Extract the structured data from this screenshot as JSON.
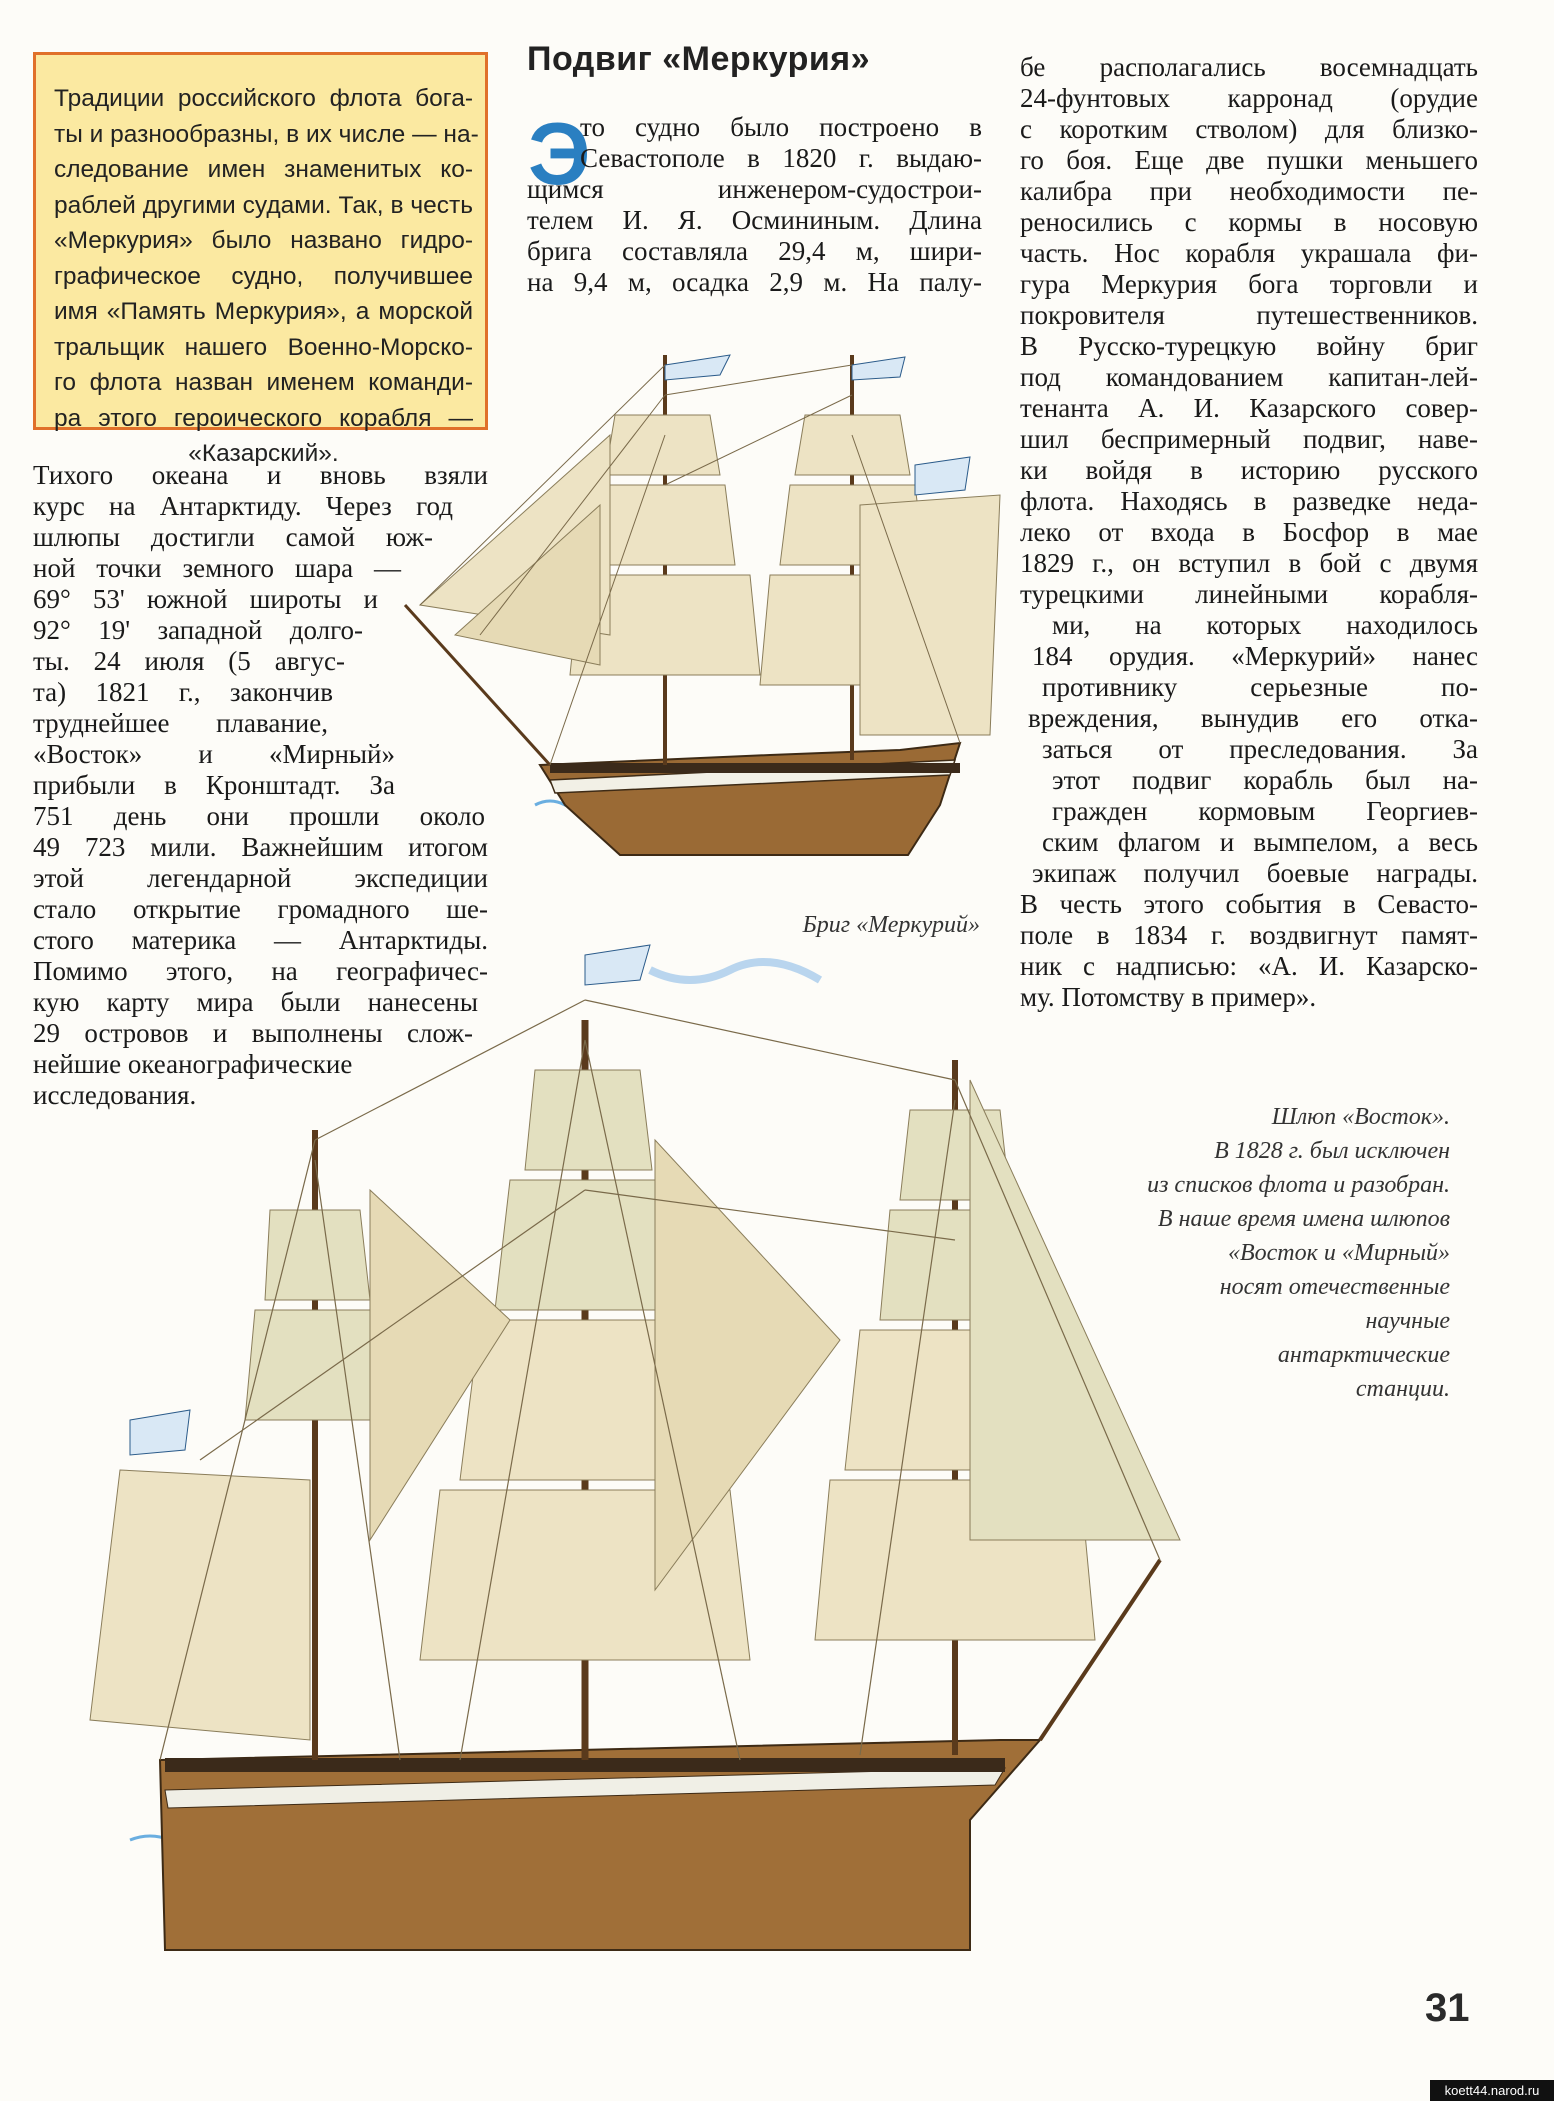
{
  "sidebar": {
    "lines": [
      "Традиции российского флота бога-",
      "ты и разнообразны, в их числе — на-",
      "следование имен знаменитых ко-",
      "раблей другими судами. Так, в честь",
      "«Меркурия» было названо гидро-",
      "графическое судно, получившее",
      "имя «Память Меркурия», а морской",
      "тральщик нашего Военно-Морско-",
      "го флота назван именем команди-",
      "ра этого героического корабля —",
      "«Казарский»."
    ]
  },
  "headline": "Подвиг «Меркурия»",
  "col_left": [
    "Тихого океана и вновь взяли",
    "курс на Антарктиду. Через год",
    "шлюпы достигли самой юж-",
    "ной точки земного шара —",
    "69° 53' южной широты и",
    "92° 19' западной долго-",
    "ты. 24 июля (5 авгус-",
    "та) 1821 г., закончив",
    "труднейшее плавание,",
    "«Восток» и «Мирный»",
    "прибыли в Кронштадт. За",
    "751 день они прошли около",
    "49 723 мили. Важнейшим итогом",
    "этой легендарной экспедиции",
    "стало открытие громадного ше-",
    "стого материка — Антарктиды.",
    "Помимо этого, на географичес-",
    "кую карту мира были нанесены",
    "29 островов и выполнены слож-",
    "нейшие океанографические",
    "исследования."
  ],
  "dropcap": "Э",
  "col_mid": [
    "то судно было построено в",
    "Севастополе в 1820 г. выдаю-",
    "щимся инженером-судострои-",
    "телем И. Я. Осмининым. Длина",
    "брига составляла 29,4 м, шири-",
    "на 9,4 м, осадка 2,9 м. На палу-"
  ],
  "col_right": [
    "бе располагались восемнадцать",
    "24-фунтовых карронад (орудие",
    "с коротким стволом) для близко-",
    "го боя. Еще две пушки меньшего",
    "калибра при необходимости пе-",
    "реносились с кормы в носовую",
    "часть. Нос корабля украшала фи-",
    "гура Меркурия бога торговли и",
    "покровителя путешественников.",
    "В Русско-турецкую войну бриг",
    "под командованием капитан-лей-",
    "тенанта А. И. Казарского совер-",
    "шил беспримерный подвиг, наве-",
    "ки войдя в историю русского",
    "флота. Находясь в разведке неда-",
    "леко от входа в Босфор в мае",
    "1829 г., он вступил в бой с двумя",
    "турецкими линейными корабля-",
    "ми, на которых находилось",
    "184 орудия. «Меркурий» нанес",
    "противнику серьезные по-",
    "вреждения, вынудив его отка-",
    "заться от преследования. За",
    "этот подвиг корабль был на-",
    "гражден кормовым Георгиев-",
    "ским флагом и вымпелом, а весь",
    "экипаж получил боевые награды.",
    "В честь этого события в Севасто-",
    "поле в 1834 г. воздвигнут памят-",
    "ник с надписью: «А. И. Казарско-",
    "му. Потомству в пример»."
  ],
  "caption_brig": "Бриг «Меркурий»",
  "caption_sloop": [
    "Шлюп «Восток».",
    "В 1828 г. был исключен",
    "из списков флота и разобран.",
    "В наше время имена шлюпов",
    "«Восток и «Мирный»",
    "носят отечественные",
    "научные",
    "антарктические",
    "станции."
  ],
  "page_number": "31",
  "footer": "koett44.narod.ru",
  "colors": {
    "sidebar_bg": "#fbe9a1",
    "sidebar_border": "#e0702a",
    "dropcap": "#2a7fc1",
    "sail": "#ede3c4",
    "hull": "#8a5a2b"
  }
}
